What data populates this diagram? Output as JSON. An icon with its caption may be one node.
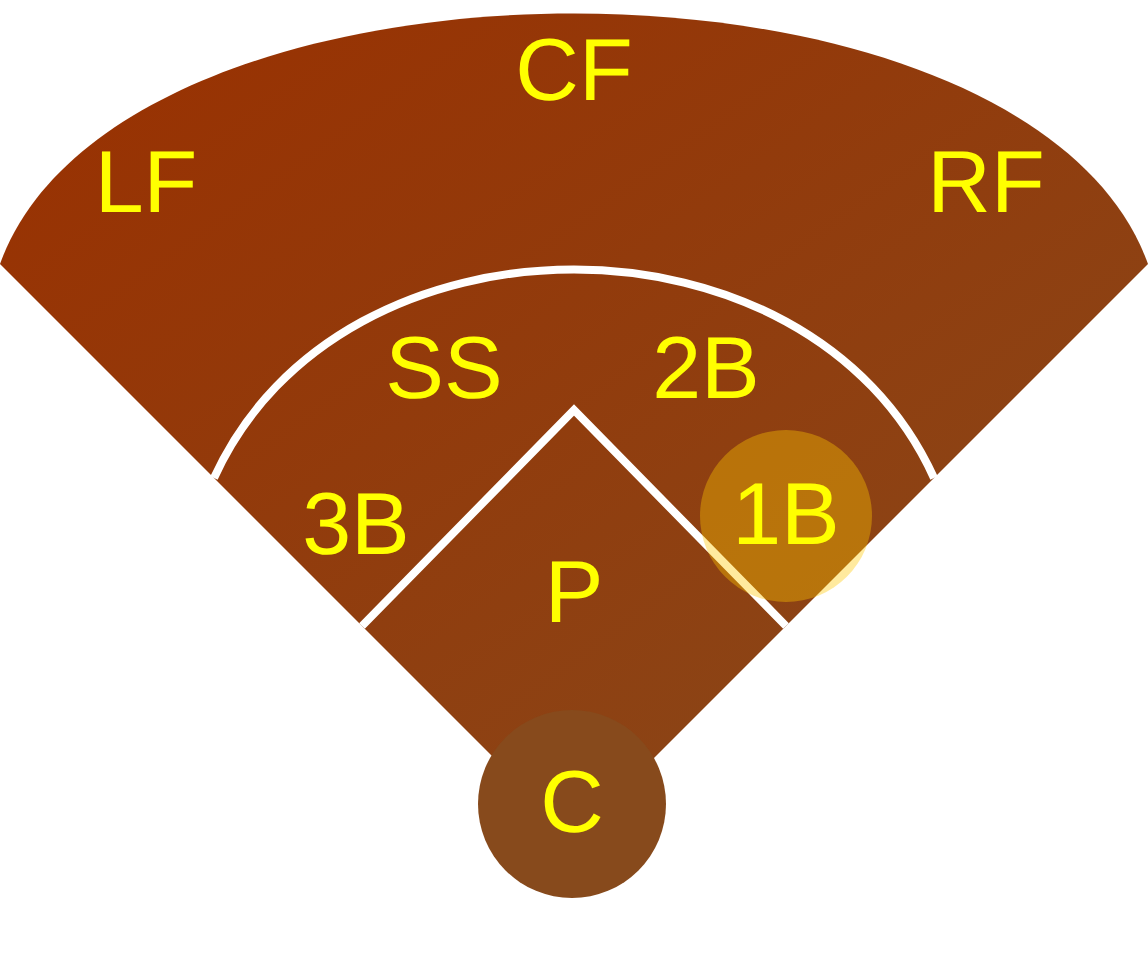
{
  "diagram": {
    "nodes": [
      {
        "text": [
          "1B"
        ]
      },
      {
        "text": [
          "C"
        ]
      }
    ],
    "labels": [
      "CF",
      "LF",
      "RF",
      "SS",
      "2B",
      "3B",
      "P"
    ]
  }
}
